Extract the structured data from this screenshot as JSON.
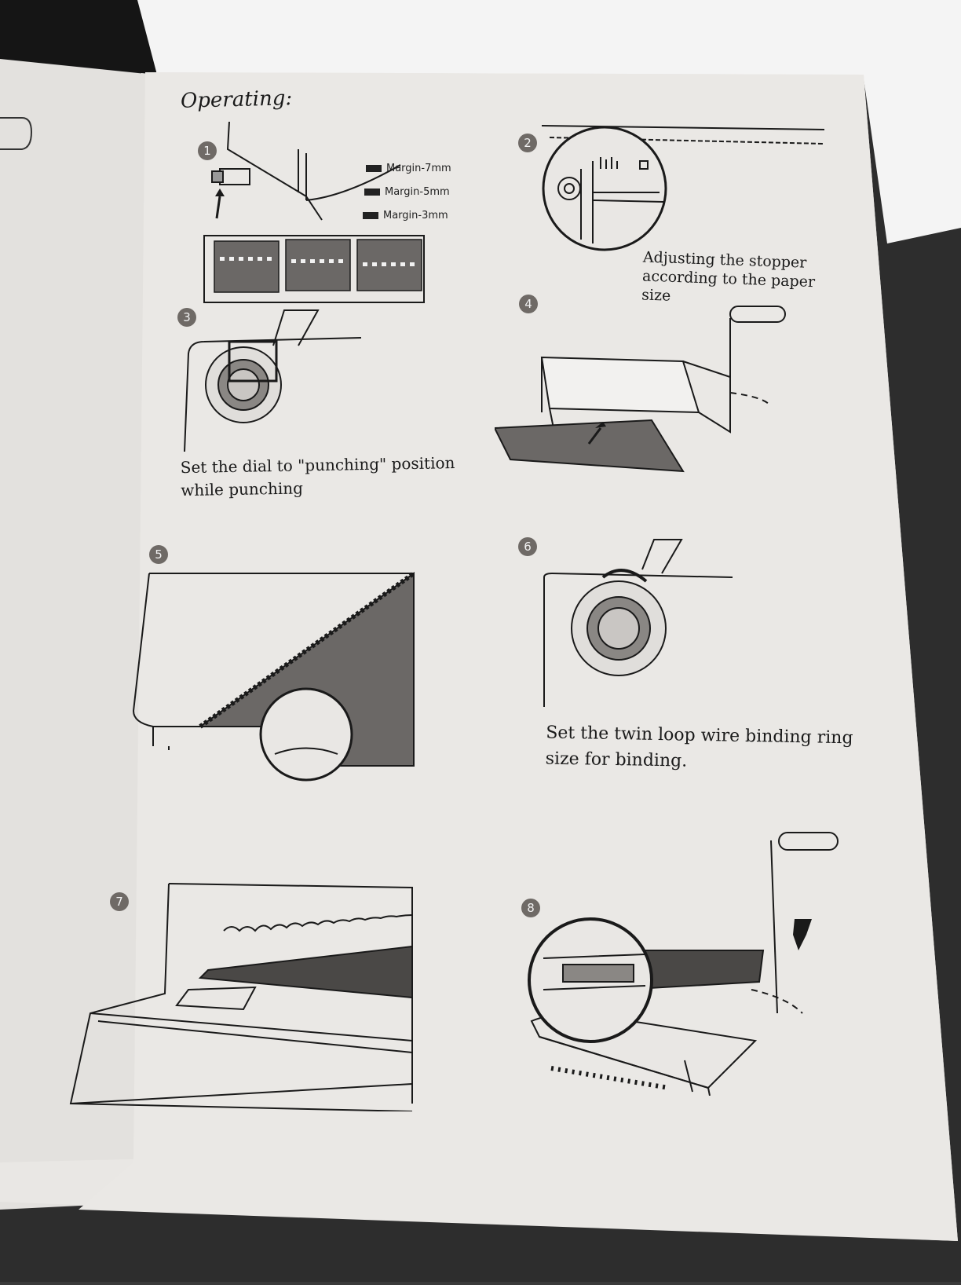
{
  "heading": "Operating:",
  "steps": [
    {
      "number": "1"
    },
    {
      "number": "2",
      "caption": "Adjusting the stopper according to the paper size"
    },
    {
      "number": "3",
      "caption": "Set the dial to \"punching\" position while punching"
    },
    {
      "number": "4"
    },
    {
      "number": "5"
    },
    {
      "number": "6",
      "caption": "Set the twin loop wire binding ring size for binding."
    },
    {
      "number": "7"
    },
    {
      "number": "8"
    }
  ],
  "margin_legend": [
    "Margin-7mm",
    "Margin-5mm",
    "Margin-3mm"
  ],
  "colors": {
    "paper": "#e9e7e4",
    "ink": "#1a1a1a",
    "tint": "#6b6866",
    "counter": "#2f2f2f"
  }
}
